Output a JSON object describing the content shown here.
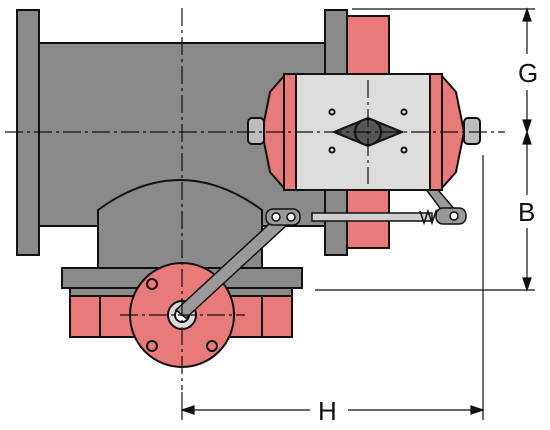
{
  "dimensions": {
    "g_label": "G",
    "b_label": "B",
    "h_label": "H"
  },
  "colors": {
    "body_gray": "#8a8a8a",
    "actuator_gray": "#dcdcdc",
    "accent_red": "#e87a7a",
    "outline": "#111111",
    "background": "#ffffff"
  }
}
